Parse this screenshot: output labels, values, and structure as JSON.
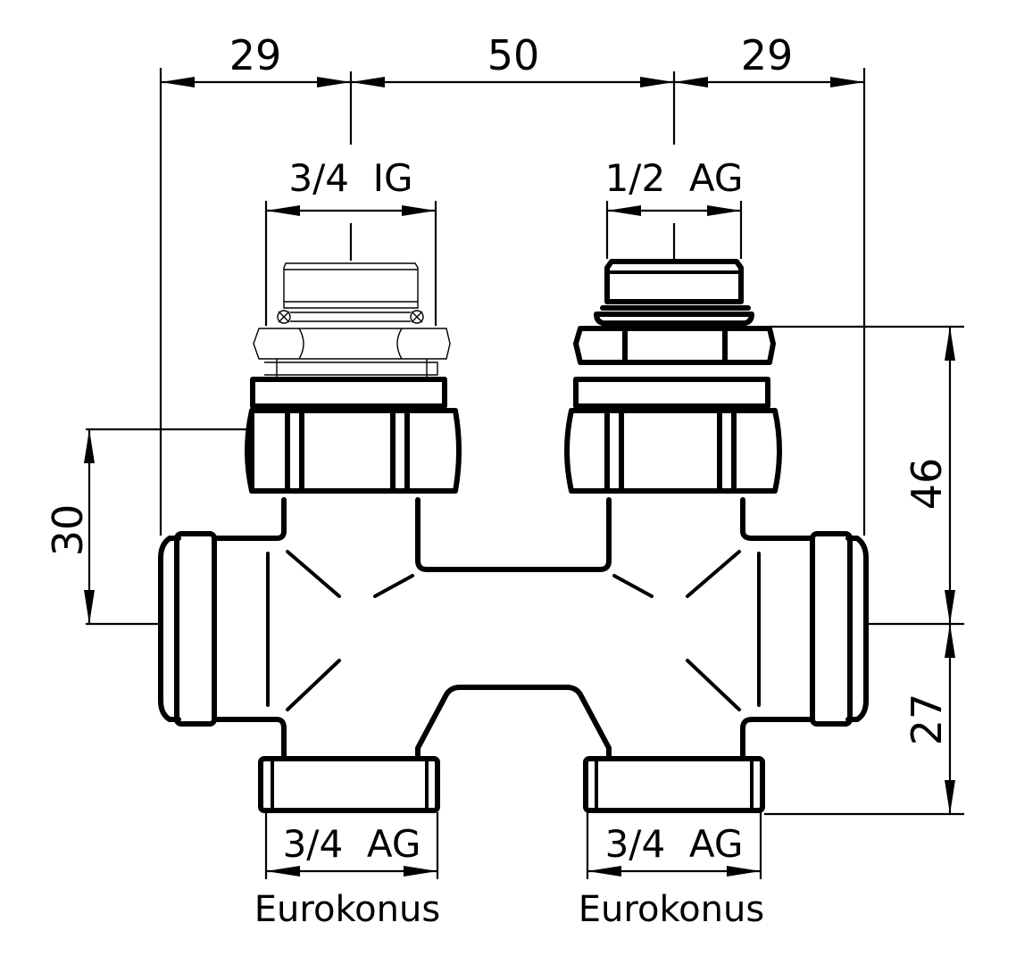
{
  "dimensions": {
    "top_left_width": "29",
    "top_middle_width": "50",
    "top_right_width": "29",
    "left_height": "30",
    "right_upper_height": "46",
    "right_lower_height": "27"
  },
  "threads": {
    "top_left": "3/4  IG",
    "top_right": "1/2  AG",
    "bottom_left": "3/4  AG",
    "bottom_right": "3/4  AG"
  },
  "connection_labels": {
    "bottom_left": "Eurokonus",
    "bottom_right": "Eurokonus"
  },
  "colors": {
    "line": "#000000",
    "background": "#ffffff"
  }
}
